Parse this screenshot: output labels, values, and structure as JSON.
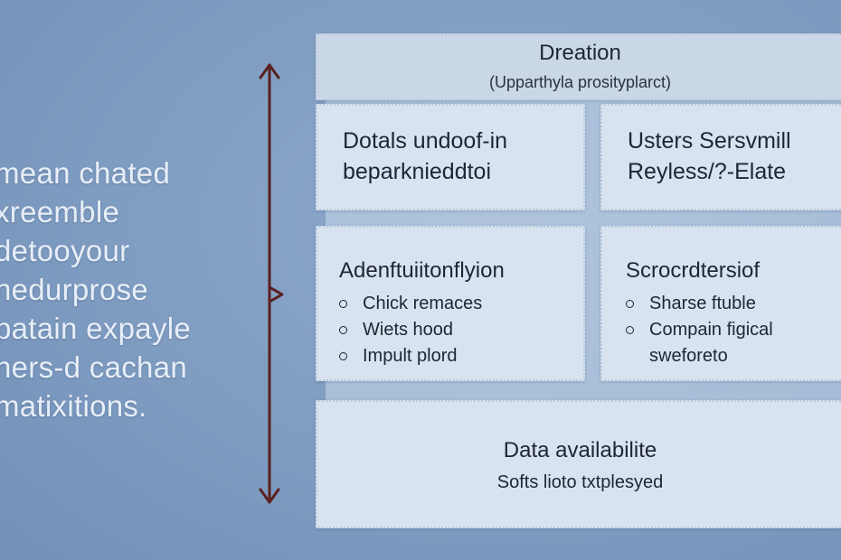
{
  "left_text": [
    "mean chated",
    "xreemble",
    "detooyour",
    "nedurprose",
    "patain expayle",
    "hers-d cachan",
    "matixitions."
  ],
  "header": {
    "title": "Dreation",
    "subtitle": "(Upparthyla prosityplarct)"
  },
  "box1": {
    "lines": [
      "Dotals undoof-in",
      "beparknieddtoi"
    ]
  },
  "box2": {
    "lines": [
      "Usters Sersvmill",
      "Reyless/?-Elate"
    ]
  },
  "box3": {
    "title": "Adenftuiitonflyion",
    "items": [
      "Chick remaces",
      "Wiets hood",
      "Impult plord"
    ]
  },
  "box4": {
    "title": "Scrocrdtersiof",
    "items": [
      "Sharse ftuble",
      "Compain figical",
      "sweforeto"
    ]
  },
  "box5": {
    "title": "Data availabilite",
    "subtitle": "Softs lioto txtplesyed"
  },
  "colors": {
    "background": "#7f9cc1",
    "box_fill": "#d8e3ef",
    "arrow": "#5a1f1f",
    "text": "#1e2633"
  }
}
